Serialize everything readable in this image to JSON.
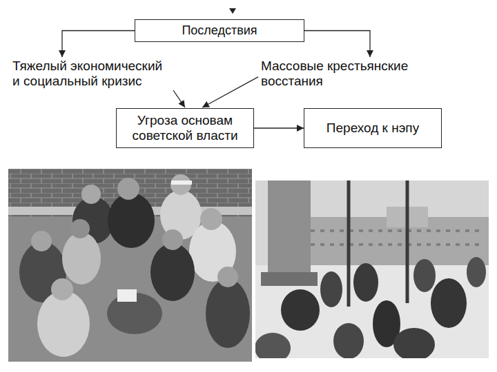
{
  "diagram": {
    "nodes": [
      {
        "text": [
          "Последствия"
        ]
      },
      {
        "text": [
          "Тяжелый экономический и социальный кризис"
        ]
      },
      {
        "text": [
          "Массовые крестьянские восстания"
        ]
      },
      {
        "text": [
          "Угроза основам советской власти"
        ]
      },
      {
        "text": [
          "Переход к нэпу"
        ]
      }
    ],
    "edges": [
      {
        "from": 0,
        "to": 1,
        "arrow": "to"
      },
      {
        "from": 0,
        "to": 2,
        "arrow": "to"
      },
      {
        "from": 1,
        "to": 3,
        "arrow": "to"
      },
      {
        "from": 2,
        "to": 3,
        "arrow": "to"
      },
      {
        "from": 3,
        "to": 4,
        "arrow": "to"
      }
    ]
  }
}
